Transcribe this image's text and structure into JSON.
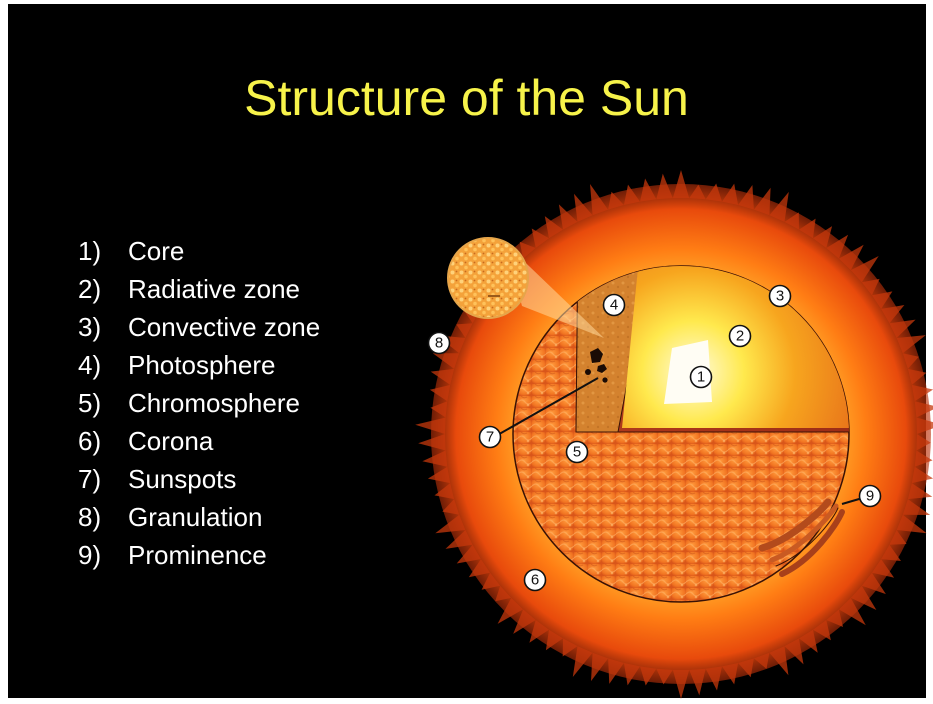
{
  "title": "Structure of the Sun",
  "legend": [
    {
      "num": "1)",
      "label": "Core"
    },
    {
      "num": "2)",
      "label": "Radiative zone"
    },
    {
      "num": "3)",
      "label": "Convective zone"
    },
    {
      "num": "4)",
      "label": "Photosphere"
    },
    {
      "num": "5)",
      "label": "Chromosphere"
    },
    {
      "num": "6)",
      "label": "Corona"
    },
    {
      "num": "7)",
      "label": "Sunspots"
    },
    {
      "num": "8)",
      "label": "Granulation"
    },
    {
      "num": "9)",
      "label": "Prominence"
    }
  ],
  "callouts": [
    "1",
    "2",
    "3",
    "4",
    "5",
    "6",
    "7",
    "8",
    "9"
  ],
  "colors": {
    "background": "#000000",
    "title": "#f7f34a",
    "text": "#ffffff",
    "surface": "#f07a22",
    "convective": "#b8401f",
    "core": "#ffffff"
  }
}
